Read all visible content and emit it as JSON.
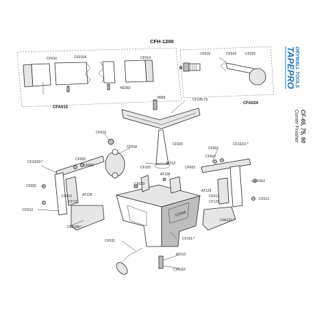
{
  "header": {
    "section_title": "CFH-1200",
    "brand": "TAPEPRO",
    "brand_sub": "DRYWALL TOOLS",
    "model": "CF-65, 75, 90",
    "model_sub": "Corner Finisher"
  },
  "handle_section": {
    "labels": [
      "CF016",
      "CF015A",
      "CF014",
      "CF018",
      "CF024",
      "CF025",
      "HE002",
      "B"
    ],
    "group_labels": [
      "CFA015",
      "CFA024"
    ]
  },
  "assembly": {
    "labels": [
      "8068",
      "CF105-75",
      "CF019",
      "CF018",
      "CF020",
      "CF10/22-*",
      "CF002",
      "CF002",
      "CF013",
      "CF002",
      "CF012",
      "CF121",
      "AT128",
      "CFA108-*",
      "CF103",
      "AT012",
      "CF029",
      "AT128",
      "CF003",
      "CF002",
      "CF10/22-*",
      "CF002",
      "CF002",
      "CF013",
      "CF012",
      "CF121",
      "AT128",
      "CFA123-*",
      "CF101-*",
      "CF031",
      "AT012",
      "CFA116"
    ],
    "stamp": "123456"
  },
  "colors": {
    "brand_blue": "#1b75bb",
    "line": "#222222",
    "part_fill": "#e6e6e6"
  },
  "icons": {
    "bolt": "hex-bolt-icon",
    "ring": "pull-ring-icon",
    "spring": "spring-icon"
  }
}
